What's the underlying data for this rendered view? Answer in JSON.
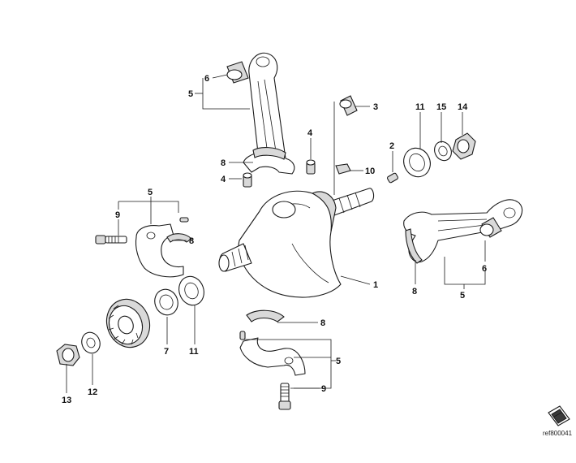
{
  "callouts": {
    "c1": "1",
    "c2": "2",
    "c3": "3",
    "c4a": "4",
    "c4b": "4",
    "c5a": "5",
    "c5b": "5",
    "c5c": "5",
    "c5d": "5",
    "c6a": "6",
    "c6b": "6",
    "c7": "7",
    "c8a": "8",
    "c8b": "8",
    "c8c": "8",
    "c8d": "8",
    "c9a": "9",
    "c9b": "9",
    "c10": "10",
    "c11a": "11",
    "c11b": "11",
    "c12": "12",
    "c13": "13",
    "c14": "14",
    "c15": "15"
  },
  "reference_code": "ref800041"
}
